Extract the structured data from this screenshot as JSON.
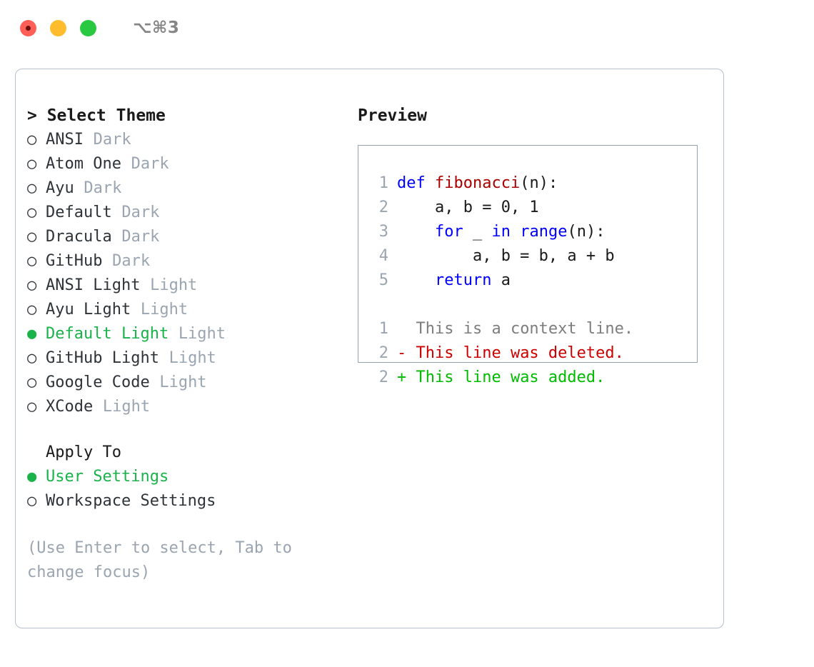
{
  "titlebar": {
    "lights": [
      {
        "name": "close",
        "color": "#ff5f57"
      },
      {
        "name": "minimize",
        "color": "#ffbd2e"
      },
      {
        "name": "zoom",
        "color": "#28c840"
      }
    ],
    "shortcut": "⌥⌘3"
  },
  "theme_panel": {
    "title": "> Select Theme",
    "options": [
      {
        "bullet": "○",
        "label": "ANSI",
        "badge": "Dark",
        "selected": false
      },
      {
        "bullet": "○",
        "label": "Atom One",
        "badge": "Dark",
        "selected": false
      },
      {
        "bullet": "○",
        "label": "Ayu",
        "badge": "Dark",
        "selected": false
      },
      {
        "bullet": "○",
        "label": "Default",
        "badge": "Dark",
        "selected": false
      },
      {
        "bullet": "○",
        "label": "Dracula",
        "badge": "Dark",
        "selected": false
      },
      {
        "bullet": "○",
        "label": "GitHub",
        "badge": "Dark",
        "selected": false
      },
      {
        "bullet": "○",
        "label": "ANSI Light",
        "badge": "Light",
        "selected": false
      },
      {
        "bullet": "○",
        "label": "Ayu Light",
        "badge": "Light",
        "selected": false
      },
      {
        "bullet": "●",
        "label": "Default Light",
        "badge": "Light",
        "selected": true
      },
      {
        "bullet": "○",
        "label": "GitHub Light",
        "badge": "Light",
        "selected": false
      },
      {
        "bullet": "○",
        "label": "Google Code",
        "badge": "Light",
        "selected": false
      },
      {
        "bullet": "○",
        "label": "XCode",
        "badge": "Light",
        "selected": false
      }
    ],
    "apply_to": {
      "title": "Apply To",
      "options": [
        {
          "bullet": "●",
          "label": "User Settings",
          "selected": true
        },
        {
          "bullet": "○",
          "label": "Workspace Settings",
          "selected": false
        }
      ]
    },
    "hint": "(Use Enter to select, Tab to change focus)"
  },
  "preview": {
    "title": "Preview",
    "code_lines": [
      {
        "lineno": "1",
        "tokens": [
          {
            "text": "def ",
            "kind": "kw"
          },
          {
            "text": "fibonacci",
            "kind": "fn"
          },
          {
            "text": "(n):",
            "kind": "pl"
          }
        ]
      },
      {
        "lineno": "2",
        "tokens": [
          {
            "text": "    a, b = 0, 1",
            "kind": "pl"
          }
        ]
      },
      {
        "lineno": "3",
        "tokens": [
          {
            "text": "    ",
            "kind": "pl"
          },
          {
            "text": "for",
            "kind": "kw"
          },
          {
            "text": " _ ",
            "kind": "pl"
          },
          {
            "text": "in",
            "kind": "kw"
          },
          {
            "text": " ",
            "kind": "pl"
          },
          {
            "text": "range",
            "kind": "kw"
          },
          {
            "text": "(n):",
            "kind": "pl"
          }
        ]
      },
      {
        "lineno": "4",
        "tokens": [
          {
            "text": "        a, b = b, a + b",
            "kind": "pl"
          }
        ]
      },
      {
        "lineno": "5",
        "tokens": [
          {
            "text": "    ",
            "kind": "pl"
          },
          {
            "text": "return",
            "kind": "kw"
          },
          {
            "text": " a",
            "kind": "pl"
          }
        ]
      }
    ],
    "diff_lines": [
      {
        "lineno": "1",
        "marker": " ",
        "text": " This is a context line.",
        "kind": "ctx"
      },
      {
        "lineno": "2",
        "marker": "-",
        "text": " This line was deleted.",
        "kind": "del"
      },
      {
        "lineno": "2",
        "marker": "+",
        "text": " This line was added.",
        "kind": "add"
      }
    ]
  },
  "colors": {
    "accent_green": "#19b34a",
    "muted": "#9aa5b1",
    "keyword_blue": "#0000ff",
    "function_red": "#aa0000",
    "diff_delete": "#cc0000",
    "diff_add": "#00bb00",
    "border": "#94a3b1"
  }
}
